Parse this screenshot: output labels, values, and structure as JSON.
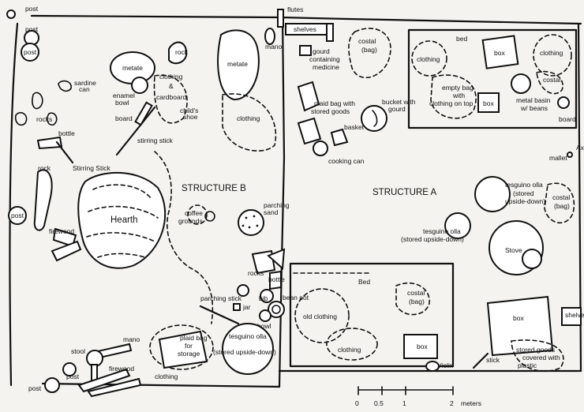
{
  "structures": {
    "b": "STRUCTURE B",
    "a": "STRUCTURE A"
  },
  "labels": {
    "post_top": "post",
    "post_a": "post",
    "post_b": "post",
    "post_left": "post",
    "post_bottom": "post",
    "post_bottom2": "post",
    "flutes": "flutes",
    "shelves": "shelves",
    "mano_top": "mano",
    "gourd": "gourd",
    "containing": "containing",
    "medicine": "medicine",
    "costal_top": "costal",
    "costal_top_bag": "(bag)",
    "bed_top": "bed",
    "clothing_a1": "clothing",
    "box_top": "box",
    "clothing_a2": "clothing",
    "metate_left": "metate",
    "rock_top": "rock",
    "metate_mid": "metate",
    "sardine": "sardine",
    "can": "can",
    "clothing_1": "clothing",
    "amp": "&",
    "cardboard": "cardboard",
    "enamel": "enamel",
    "bowl": "bowl",
    "board_left": "board",
    "childs": "child's",
    "shoe": "shoe",
    "rocks_left": "rocks",
    "clothing_b": "clothing",
    "plaid_bag_1": "plaid bag with",
    "plaid_bag_2": "stored goods",
    "bucket_1": "bucket with",
    "bucket_2": "gourd",
    "empty_1": "empty bag",
    "empty_2": "with",
    "empty_3": "clothing on top",
    "box_a2": "box",
    "costal_right": "costal",
    "metal_1": "metal basin",
    "metal_2": "w/ beans",
    "board_right": "board",
    "basket": "basket",
    "bottle_left": "bottle",
    "stirring_stick_top": "stirring stick",
    "cooking_can": "cooking can",
    "ax": "Ax",
    "mallet": "mallet",
    "rock_left": "rock",
    "stirring_stick_left": "Stirring Stick",
    "hearth": "Hearth",
    "coffee_1": "coffee",
    "coffee_2": "grounds",
    "parching_1": "parching",
    "parching_2": "sand",
    "tesguino_right_1": "tesguino olla",
    "tesguino_right_2": "(stored",
    "tesguino_right_3": "upside-down)",
    "costal_far_right": "costal",
    "costal_far_right_bag": "(bag)",
    "firewood_left": "firewood",
    "tesguino_mid_1": "tesguino olla",
    "tesguino_mid_2": "(stored upside-down)",
    "stove": "Stove",
    "rocks_mid": "rocks",
    "bottle_mid": "bottle",
    "bed_bottom": "Bed",
    "costal_bed": "costal",
    "costal_bed_bag": "(bag)",
    "parching_stick": "parching stick",
    "jar": "jar",
    "bib": "bib",
    "bean_pot": "bean pot",
    "bowl_mid": "bowl",
    "old_clothing": "old clothing",
    "box_right": "box",
    "shelves_right": "shelves",
    "mano_bottom": "mano",
    "plaid_bag_3": "plaid bag",
    "plaid_bag_4": "for",
    "plaid_bag_5": "storage",
    "tesguino_bottom_1": "tesguino olla",
    "tesguino_bottom_2": "(stored upside-down)",
    "clothing_bed": "clothing",
    "box_bed": "box",
    "stool": "stool",
    "firewood_bottom": "firewood",
    "clothing_bottom": "clothing",
    "violin": "Violin",
    "stick": "stick",
    "stored_1": "stored goods",
    "stored_2": "covered with",
    "stored_3": "plastic"
  },
  "scale_bar": {
    "ticks": [
      "0",
      "0.5",
      "1",
      "2"
    ],
    "unit": "meters"
  }
}
